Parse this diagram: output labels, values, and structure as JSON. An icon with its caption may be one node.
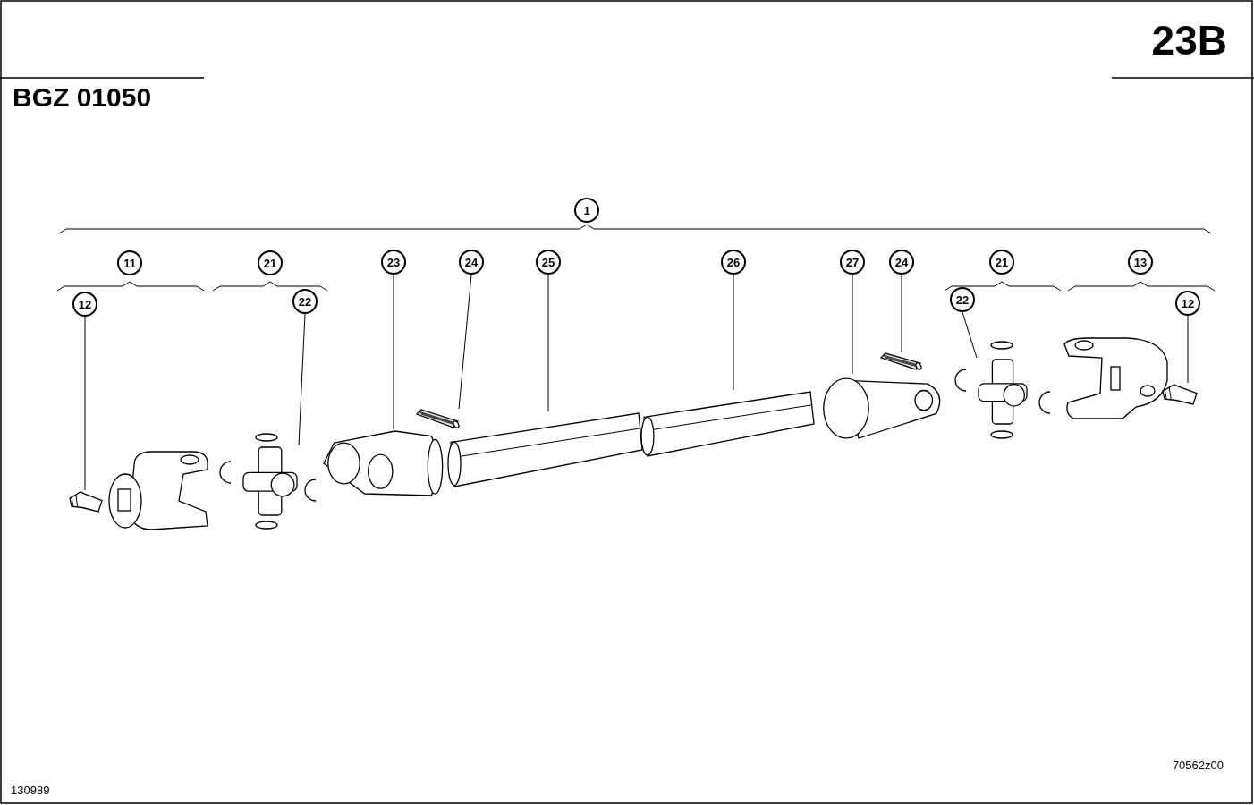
{
  "diagram": {
    "title": "BGZ 01050",
    "nodes": [
      {
        "text": [
          "1"
        ]
      },
      {
        "text": [
          "11"
        ]
      },
      {
        "text": [
          "21"
        ]
      },
      {
        "text": [
          "23"
        ]
      },
      {
        "text": [
          "24"
        ]
      },
      {
        "text": [
          "25"
        ]
      },
      {
        "text": [
          "26"
        ]
      },
      {
        "text": [
          "27"
        ]
      },
      {
        "text": [
          "24"
        ]
      },
      {
        "text": [
          "21"
        ]
      },
      {
        "text": [
          "13"
        ]
      },
      {
        "text": [
          "12"
        ]
      },
      {
        "text": [
          "22"
        ]
      },
      {
        "text": [
          "22"
        ]
      },
      {
        "text": [
          "12"
        ]
      },
      {
        "text": [],
        "shape": "picture"
      },
      {
        "text": [],
        "shape": "picture"
      },
      {
        "text": [],
        "shape": "picture"
      },
      {
        "text": [],
        "shape": "picture"
      },
      {
        "text": [],
        "shape": "picture"
      },
      {
        "text": [],
        "shape": "picture"
      },
      {
        "text": [],
        "shape": "picture"
      },
      {
        "text": [],
        "shape": "picture"
      },
      {
        "text": [],
        "shape": "picture"
      },
      {
        "text": [],
        "shape": "picture"
      }
    ],
    "edges": [
      {
        "from": 11,
        "to": 15,
        "arrow": "none"
      },
      {
        "from": 12,
        "to": 16,
        "arrow": "none"
      },
      {
        "from": 3,
        "to": 17,
        "arrow": "none"
      },
      {
        "from": 4,
        "to": 18,
        "arrow": "none"
      },
      {
        "from": 5,
        "to": 19,
        "arrow": "none"
      },
      {
        "from": 6,
        "to": 20,
        "arrow": "none"
      },
      {
        "from": 7,
        "to": 21,
        "arrow": "none"
      },
      {
        "from": 8,
        "to": 22,
        "arrow": "none"
      },
      {
        "from": 13,
        "to": 23,
        "arrow": "none"
      },
      {
        "from": 14,
        "to": 24,
        "arrow": "none"
      }
    ],
    "labels": [
      "23B",
      "70562z00",
      "130989"
    ]
  }
}
